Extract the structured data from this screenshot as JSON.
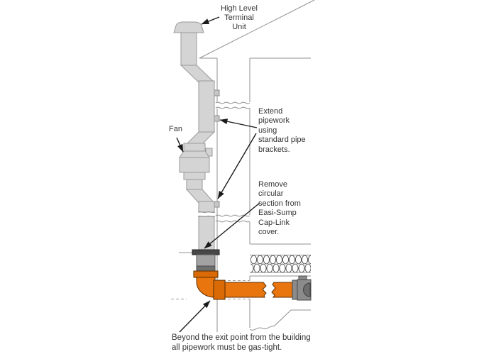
{
  "diagram": {
    "type": "technical-installation-diagram",
    "annotations": {
      "high_level_terminal": {
        "text": "High Level\nTerminal\nUnit"
      },
      "fan": {
        "text": "Fan"
      },
      "extend_pipework": {
        "text": "Extend\npipework\nusing\nstandard pipe\nbrackets."
      },
      "remove_section": {
        "text": "Remove\ncircular\nsection from\nEasi-Sump\nCap-Link\ncover."
      },
      "gas_tight": {
        "text": "Beyond the exit point from the building\nall pipework must be gas-tight."
      }
    },
    "components": [
      "high-level-terminal-unit",
      "grey-riser-pipe",
      "pipe-brackets",
      "fan-unit",
      "wall-section",
      "easi-sump-cap-link-cover",
      "orange-underfloor-duct",
      "duct-couplings",
      "end-fitting",
      "insulated-floor",
      "ground-line"
    ],
    "colors": {
      "background": "#ffffff",
      "line_grey": "#909090",
      "pipe_grey": "#d4d4d4",
      "pipe_outline": "#9a9a9a",
      "bracket_grey": "#c6c6c6",
      "flange_dark": "#474747",
      "coupler_grey": "#a2a2a2",
      "coupler_band": "#6f6f6f",
      "duct_orange": "#e8750e",
      "duct_orange_dark": "#d96a05",
      "duct_outline": "#5c2e00",
      "fitting_grey": "#8b8b8b",
      "fitting_dark": "#6e6e6e",
      "arrow": "#1a1a1a",
      "text": "#333333"
    }
  }
}
